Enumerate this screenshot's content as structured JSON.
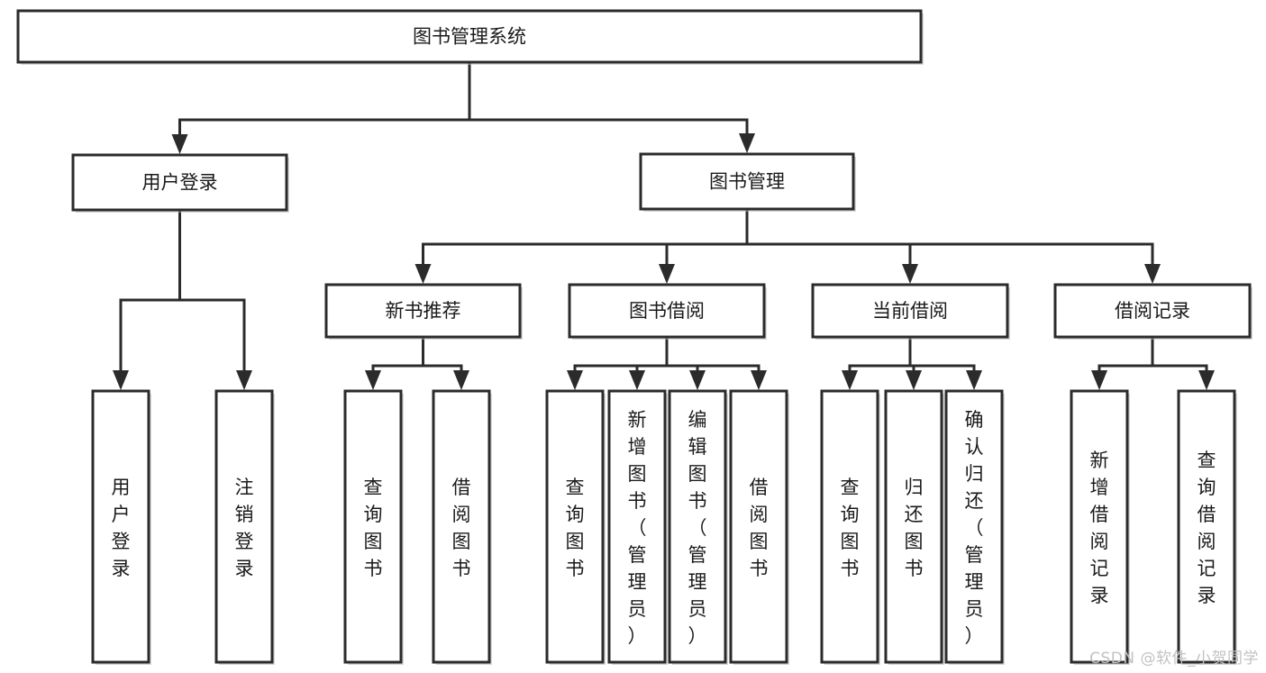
{
  "diagram": {
    "type": "tree-hierarchy",
    "title": "图书管理系统",
    "watermark": "CSDN @软件_小贺同学",
    "colors": {
      "stroke": "#2b2b2b",
      "fill": "#ffffff",
      "text": "#1a1a1a",
      "watermark": "#c2c2c2"
    },
    "levels": [
      {
        "level": 0,
        "nodes": [
          {
            "id": "root",
            "label": "图书管理系统",
            "orientation": "horizontal"
          }
        ]
      },
      {
        "level": 1,
        "nodes": [
          {
            "id": "login",
            "label": "用户登录",
            "orientation": "horizontal",
            "parent": "root"
          },
          {
            "id": "bookmgmt",
            "label": "图书管理",
            "orientation": "horizontal",
            "parent": "root"
          }
        ]
      },
      {
        "level": 2,
        "nodes": [
          {
            "id": "newrec",
            "label": "新书推荐",
            "orientation": "horizontal",
            "parent": "bookmgmt"
          },
          {
            "id": "borrow",
            "label": "图书借阅",
            "orientation": "horizontal",
            "parent": "bookmgmt"
          },
          {
            "id": "current",
            "label": "当前借阅",
            "orientation": "horizontal",
            "parent": "bookmgmt"
          },
          {
            "id": "records",
            "label": "借阅记录",
            "orientation": "horizontal",
            "parent": "bookmgmt"
          }
        ]
      },
      {
        "level": 3,
        "nodes": [
          {
            "id": "leaf-1",
            "label": "用户登录",
            "orientation": "vertical",
            "parent": "login"
          },
          {
            "id": "leaf-2",
            "label": "注销登录",
            "orientation": "vertical",
            "parent": "login"
          },
          {
            "id": "leaf-3",
            "label": "查询图书",
            "orientation": "vertical",
            "parent": "newrec"
          },
          {
            "id": "leaf-4",
            "label": "借阅图书",
            "orientation": "vertical",
            "parent": "newrec"
          },
          {
            "id": "leaf-5",
            "label": "查询图书",
            "orientation": "vertical",
            "parent": "borrow"
          },
          {
            "id": "leaf-6",
            "label": "新增图书（管理员）",
            "orientation": "vertical",
            "parent": "borrow"
          },
          {
            "id": "leaf-7",
            "label": "编辑图书（管理员）",
            "orientation": "vertical",
            "parent": "borrow"
          },
          {
            "id": "leaf-8",
            "label": "借阅图书",
            "orientation": "vertical",
            "parent": "borrow"
          },
          {
            "id": "leaf-9",
            "label": "查询图书",
            "orientation": "vertical",
            "parent": "current"
          },
          {
            "id": "leaf-10",
            "label": "归还图书",
            "orientation": "vertical",
            "parent": "current"
          },
          {
            "id": "leaf-11",
            "label": "确认归还（管理员）",
            "orientation": "vertical",
            "parent": "current"
          },
          {
            "id": "leaf-12",
            "label": "新增借阅记录",
            "orientation": "vertical",
            "parent": "records"
          },
          {
            "id": "leaf-13",
            "label": "查询借阅记录",
            "orientation": "vertical",
            "parent": "records"
          }
        ]
      }
    ]
  }
}
